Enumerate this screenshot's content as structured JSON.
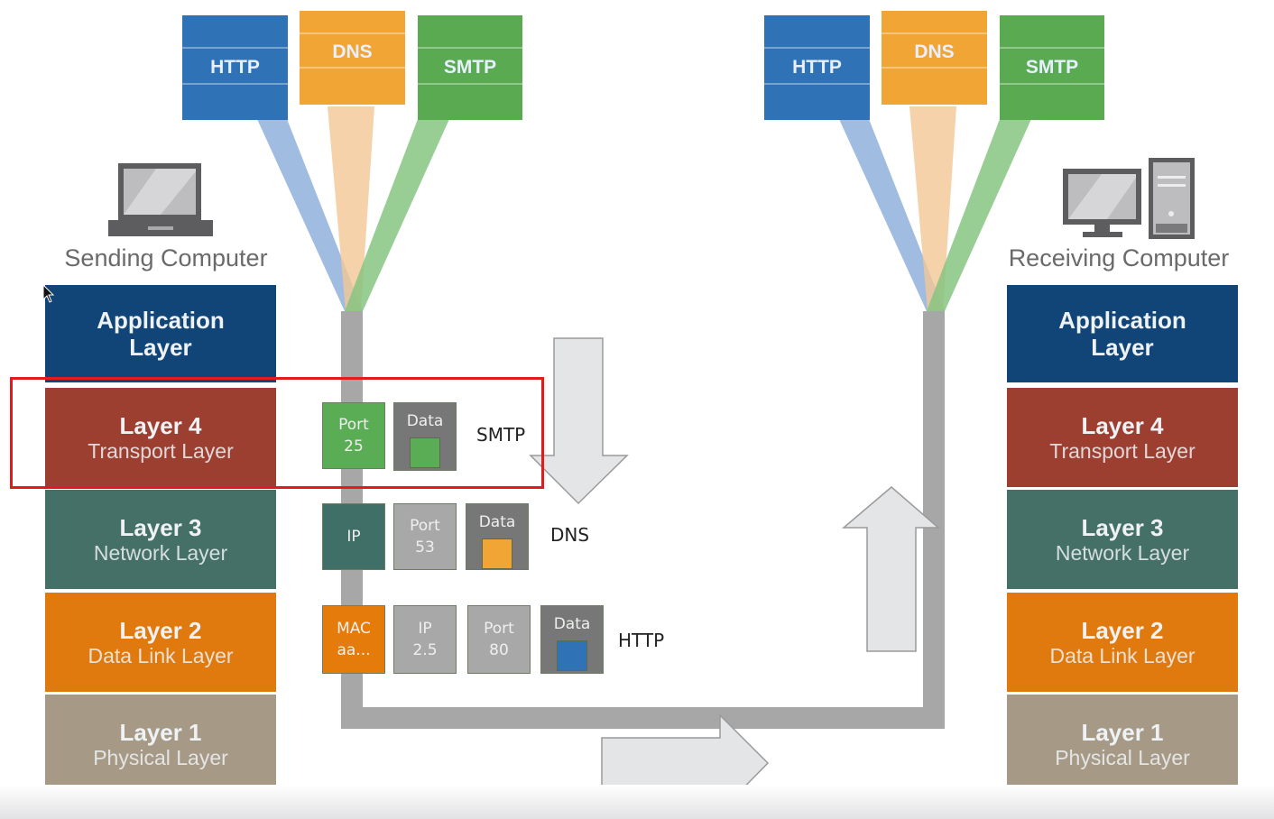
{
  "sending": {
    "label": "Sending Computer",
    "icon": "laptop-icon",
    "protocols": [
      {
        "name": "HTTP",
        "color": "#2f72b5"
      },
      {
        "name": "DNS",
        "color": "#f0a535"
      },
      {
        "name": "SMTP",
        "color": "#5aaa52"
      }
    ],
    "layers": [
      {
        "title": "Application",
        "subtitle": "Layer",
        "color": "#114477"
      },
      {
        "title": "Layer 4",
        "subtitle": "Transport Layer",
        "color": "#9c3f31"
      },
      {
        "title": "Layer 3",
        "subtitle": "Network Layer",
        "color": "#457067"
      },
      {
        "title": "Layer 2",
        "subtitle": "Data Link Layer",
        "color": "#e07a0e"
      },
      {
        "title": "Layer 1",
        "subtitle": "Physical Layer",
        "color": "#a69a86"
      }
    ]
  },
  "receiving": {
    "label": "Receiving Computer",
    "icon": "desktop-computer-icon",
    "protocols": [
      {
        "name": "HTTP",
        "color": "#2f72b5"
      },
      {
        "name": "DNS",
        "color": "#f0a535"
      },
      {
        "name": "SMTP",
        "color": "#5aaa52"
      }
    ],
    "layers": [
      {
        "title": "Application",
        "subtitle": "Layer",
        "color": "#114477"
      },
      {
        "title": "Layer 4",
        "subtitle": "Transport Layer",
        "color": "#9c3f31"
      },
      {
        "title": "Layer 3",
        "subtitle": "Network Layer",
        "color": "#457067"
      },
      {
        "title": "Layer 2",
        "subtitle": "Data Link Layer",
        "color": "#e07a0e"
      },
      {
        "title": "Layer 1",
        "subtitle": "Physical Layer",
        "color": "#a69a86"
      }
    ]
  },
  "packets": [
    {
      "protocol": "SMTP",
      "highlighted": true,
      "segments": [
        {
          "line1": "Port",
          "line2": "25",
          "kind": "port"
        },
        {
          "line1": "Data",
          "kind": "data",
          "data_color": "#5aac55"
        }
      ]
    },
    {
      "protocol": "DNS",
      "highlighted": false,
      "segments": [
        {
          "line1": "IP",
          "kind": "ip"
        },
        {
          "line1": "Port",
          "line2": "53",
          "kind": "port"
        },
        {
          "line1": "Data",
          "kind": "data",
          "data_color": "#f0a535"
        }
      ]
    },
    {
      "protocol": "HTTP",
      "highlighted": false,
      "segments": [
        {
          "line1": "MAC",
          "line2": "aa...",
          "kind": "mac"
        },
        {
          "line1": "IP",
          "line2": "2.5",
          "kind": "ip"
        },
        {
          "line1": "Port",
          "line2": "80",
          "kind": "port"
        },
        {
          "line1": "Data",
          "kind": "data",
          "data_color": "#2f72b5"
        }
      ]
    }
  ],
  "highlight_color": "#e21c1c",
  "arrows": [
    "down-arrow",
    "right-arrow",
    "up-arrow"
  ]
}
